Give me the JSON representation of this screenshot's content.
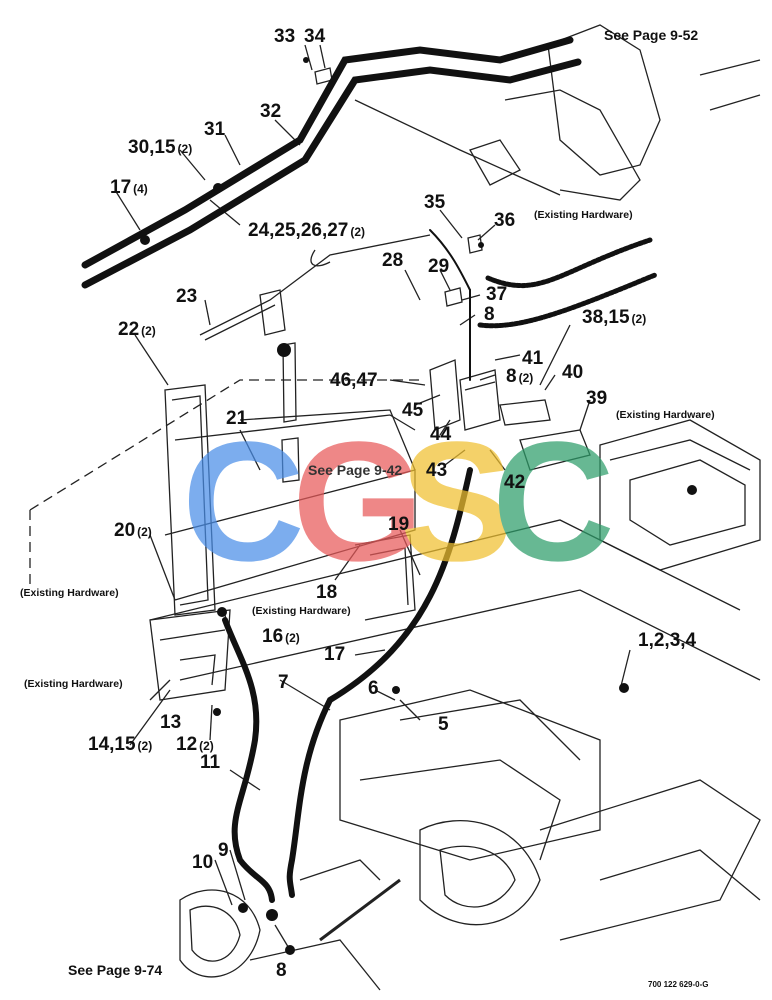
{
  "references": {
    "top_right": "See Page 9-52",
    "middle": "See Page 9-42",
    "bottom_left": "See Page 9-74"
  },
  "part_code": "700 122 629-0-G",
  "existing_hardware": "(Existing Hardware)",
  "callouts": [
    {
      "id": "c33",
      "text": "33",
      "qty": ""
    },
    {
      "id": "c34",
      "text": "34",
      "qty": ""
    },
    {
      "id": "c32",
      "text": "32",
      "qty": ""
    },
    {
      "id": "c31",
      "text": "31",
      "qty": ""
    },
    {
      "id": "c30",
      "text": "30,15",
      "qty": "(2)"
    },
    {
      "id": "c17a",
      "text": "17",
      "qty": "(4)"
    },
    {
      "id": "c24",
      "text": "24,25,26,27",
      "qty": "(2)"
    },
    {
      "id": "c35",
      "text": "35",
      "qty": ""
    },
    {
      "id": "c36",
      "text": "36",
      "qty": ""
    },
    {
      "id": "c28",
      "text": "28",
      "qty": ""
    },
    {
      "id": "c29",
      "text": "29",
      "qty": ""
    },
    {
      "id": "c37",
      "text": "37",
      "qty": ""
    },
    {
      "id": "c8a",
      "text": "8",
      "qty": ""
    },
    {
      "id": "c23",
      "text": "23",
      "qty": ""
    },
    {
      "id": "c22",
      "text": "22",
      "qty": "(2)"
    },
    {
      "id": "c38",
      "text": "38,15",
      "qty": "(2)"
    },
    {
      "id": "c41",
      "text": "41",
      "qty": ""
    },
    {
      "id": "c8b",
      "text": "8",
      "qty": "(2)"
    },
    {
      "id": "c40",
      "text": "40",
      "qty": ""
    },
    {
      "id": "c46",
      "text": "46,47",
      "qty": ""
    },
    {
      "id": "c45",
      "text": "45",
      "qty": ""
    },
    {
      "id": "c39",
      "text": "39",
      "qty": ""
    },
    {
      "id": "c21",
      "text": "21",
      "qty": ""
    },
    {
      "id": "c44",
      "text": "44",
      "qty": ""
    },
    {
      "id": "c43",
      "text": "43",
      "qty": ""
    },
    {
      "id": "c42",
      "text": "42",
      "qty": ""
    },
    {
      "id": "c20",
      "text": "20",
      "qty": "(2)"
    },
    {
      "id": "c19",
      "text": "19",
      "qty": ""
    },
    {
      "id": "c18",
      "text": "18",
      "qty": ""
    },
    {
      "id": "c16",
      "text": "16",
      "qty": "(2)"
    },
    {
      "id": "c1",
      "text": "1,2,3,4",
      "qty": ""
    },
    {
      "id": "c17b",
      "text": "17",
      "qty": ""
    },
    {
      "id": "c7",
      "text": "7",
      "qty": ""
    },
    {
      "id": "c6",
      "text": "6",
      "qty": ""
    },
    {
      "id": "c5",
      "text": "5",
      "qty": ""
    },
    {
      "id": "c13",
      "text": "13",
      "qty": ""
    },
    {
      "id": "c14",
      "text": "14,15",
      "qty": "(2)"
    },
    {
      "id": "c12",
      "text": "12",
      "qty": "(2)"
    },
    {
      "id": "c11",
      "text": "11",
      "qty": ""
    },
    {
      "id": "c10",
      "text": "10",
      "qty": ""
    },
    {
      "id": "c9",
      "text": "9",
      "qty": ""
    },
    {
      "id": "c8c",
      "text": "8",
      "qty": ""
    }
  ],
  "watermark": {
    "letters": [
      "C",
      "G",
      "S",
      "C"
    ],
    "colors": [
      "#4a8ee8",
      "#e85a5a",
      "#f0c030",
      "#2e9e6a"
    ]
  }
}
